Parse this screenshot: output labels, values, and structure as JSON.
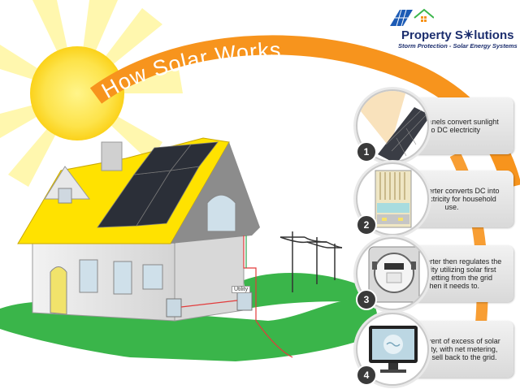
{
  "logo": {
    "name": "Property S☀lutions",
    "tagline": "Storm Protection - Solar Energy Systems"
  },
  "banner": {
    "title": "How Solar Works"
  },
  "house": {
    "utility_label": "Utility"
  },
  "steps": [
    {
      "number": "1",
      "text": "Solar panels convert sunlight into DC electricity",
      "icon": "solar-panel-icon"
    },
    {
      "number": "2",
      "text": "The inverter converts DC into AC electricity for household use.",
      "icon": "inverter-icon"
    },
    {
      "number": "3",
      "text": "The inverter then regulates the electricity utilizing solar first then getting from the grid when it needs to.",
      "icon": "meter-icon"
    },
    {
      "number": "4",
      "text": "In the event of excess of solar electricity, with net metering, we can sell back to the grid.",
      "icon": "monitor-icon"
    }
  ],
  "colors": {
    "sun": "#fde34a",
    "arc": "#f7941d",
    "grass": "#3ab54a",
    "roof": "#ffe200",
    "house_wall": "#e6e6e6"
  }
}
